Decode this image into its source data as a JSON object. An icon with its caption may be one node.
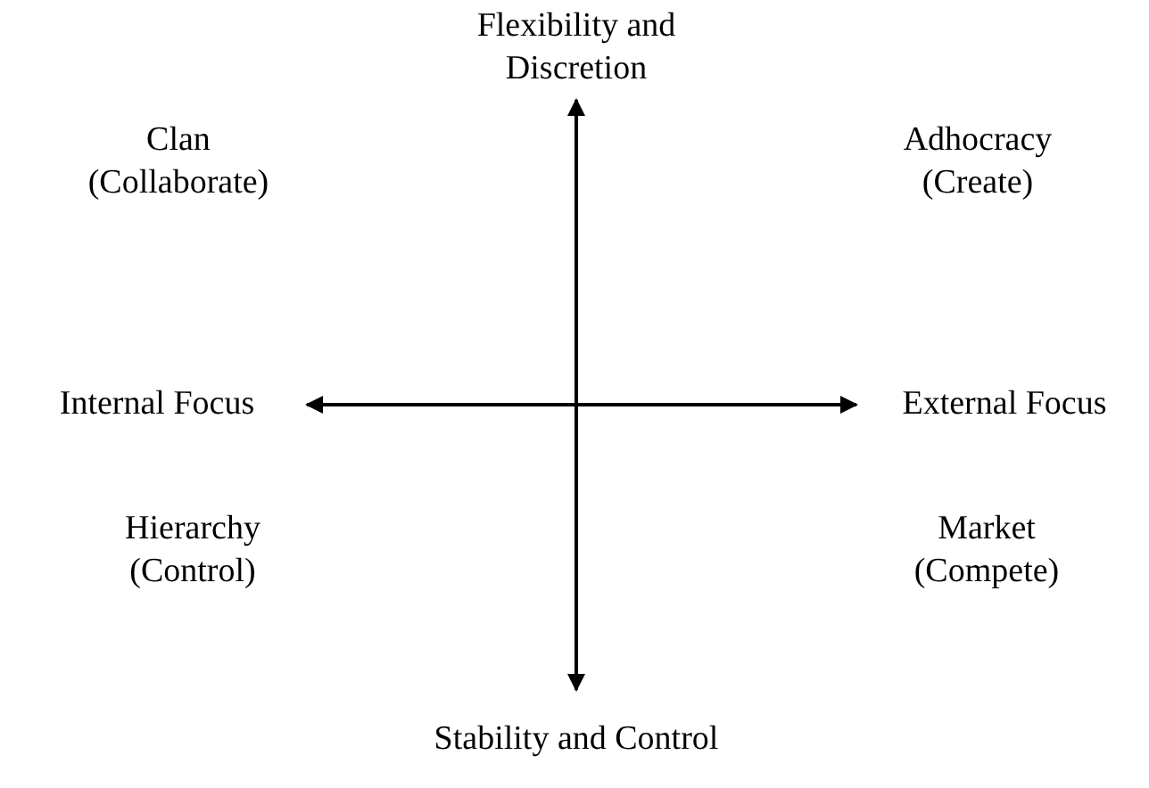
{
  "diagram": {
    "nodes": [
      {
        "text": [
          "Flexibility and Discretion"
        ]
      },
      {
        "text": [
          "Stability and Control"
        ]
      },
      {
        "text": [
          "Internal Focus"
        ]
      },
      {
        "text": [
          "External Focus"
        ]
      }
    ],
    "edges": [
      {
        "from": 0,
        "to": 1,
        "arrow": "both"
      },
      {
        "from": 2,
        "to": 3,
        "arrow": "both"
      }
    ],
    "labels": [
      "Clan (Collaborate)",
      "Adhocracy (Create)",
      "Hierarchy (Control)",
      "Market (Compete)"
    ]
  }
}
